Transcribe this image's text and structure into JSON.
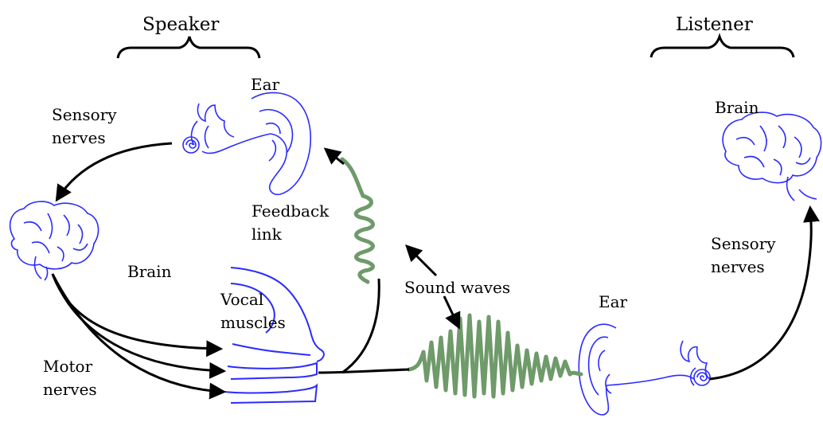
{
  "labels": {
    "speaker": "Speaker",
    "listener": "Listener",
    "speaker_ear": "Ear",
    "speaker_sensory": "Sensory\nnerves",
    "speaker_brain": "Brain",
    "feedback": "Feedback\nlink",
    "vocal": "Vocal\nmuscles",
    "motor": "Motor\nnerves",
    "sound_waves": "Sound waves",
    "listener_ear": "Ear",
    "listener_brain": "Brain",
    "listener_sensory": "Sensory\nnerves"
  },
  "colors": {
    "anatomy": "#2b2bff",
    "wave": "#6f9a6a",
    "arrow": "#000000"
  }
}
